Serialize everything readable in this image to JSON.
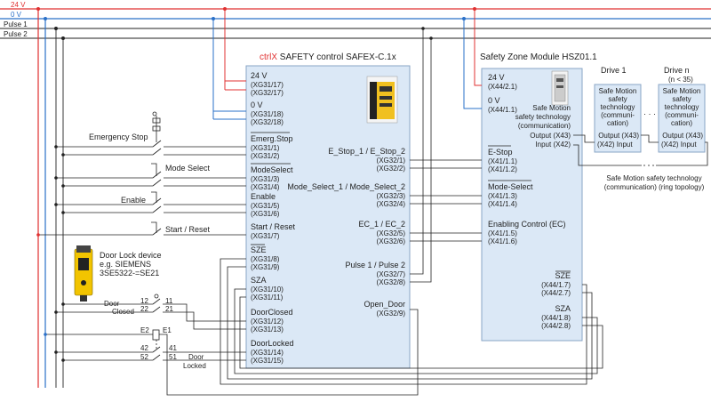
{
  "rails": {
    "v24": "24 V",
    "v0": "0 V",
    "pulse1": "Pulse 1",
    "pulse2": "Pulse 2",
    "colors": {
      "v24": "#e03030",
      "v0": "#2a70c8",
      "pulse": "#222222"
    }
  },
  "controller": {
    "title_prefix": "ctrlX",
    "title_rest": " SAFETY control SAFEX-C.1x",
    "prefix_color": "#e03030",
    "left_terminals": [
      {
        "label": "24 V",
        "pins": [
          "(XG31/17)",
          "(XG32/17)"
        ]
      },
      {
        "label": "0 V",
        "pins": [
          "(XG31/18)",
          "(XG32/18)"
        ]
      },
      {
        "label": "Emerg.Stop",
        "pins": [
          "(XG31/1)",
          "(XG31/2)"
        ]
      },
      {
        "label": "ModeSelect",
        "pins": [
          "(XG31/3)",
          "(XG31/4)"
        ]
      },
      {
        "label": "Enable",
        "pins": [
          "(XG31/5)",
          "(XG31/6)"
        ]
      },
      {
        "label": "Start / Reset",
        "pins": [
          "(XG31/7)"
        ]
      },
      {
        "label": "SZE",
        "pins": [
          "(XG31/8)",
          "(XG31/9)"
        ]
      },
      {
        "label": "SZA",
        "pins": [
          "(XG31/10)",
          "(XG31/11)"
        ]
      },
      {
        "label": "DoorClosed",
        "pins": [
          "(XG31/12)",
          "(XG31/13)"
        ]
      },
      {
        "label": "DoorLocked",
        "pins": [
          "(XG31/14)",
          "(XG31/15)"
        ]
      }
    ],
    "right_terminals": [
      {
        "label": "E_Stop_1 / E_Stop_2",
        "pins": [
          "(XG32/1)",
          "(XG32/2)"
        ]
      },
      {
        "label": "Mode_Select_1 / Mode_Select_2",
        "pins": [
          "(XG32/3)",
          "(XG32/4)"
        ]
      },
      {
        "label": "EC_1 / EC_2",
        "pins": [
          "(XG32/5)",
          "(XG32/6)"
        ]
      },
      {
        "label": "Pulse 1 / Pulse 2",
        "pins": [
          "(XG32/7)",
          "(XG32/8)"
        ]
      },
      {
        "label": "Open_Door",
        "pins": [
          "(XG32/9)"
        ]
      }
    ]
  },
  "hsz": {
    "title": "Safety Zone Module HSZ01.1",
    "terminals": [
      {
        "label": "24 V",
        "pins": [
          "(X44/2.1)"
        ]
      },
      {
        "label": "0 V",
        "pins": [
          "(X44/1.1)"
        ]
      },
      {
        "label": "E-Stop",
        "pins": [
          "(X41/1.1)",
          "(X41/1.2)"
        ]
      },
      {
        "label": "Mode-Select",
        "pins": [
          "(X41/1.3)",
          "(X41/1.4)"
        ]
      },
      {
        "label": "Enabling Control (EC)",
        "pins": [
          "(X41/1.5)",
          "(X41/1.6)"
        ]
      },
      {
        "label": "SZE",
        "pins": [
          "(X44/1.7)",
          "(X44/2.7)"
        ]
      },
      {
        "label": "SZA",
        "pins": [
          "(X44/1.8)",
          "(X44/2.8)"
        ]
      }
    ],
    "comm_lines": [
      "Safe Motion",
      "safety technology",
      "(communication)",
      "Output (X43)",
      "Input (X42)"
    ]
  },
  "drives": {
    "drive1": "Drive 1",
    "driven": "Drive n",
    "driven_note": "(n < 35)",
    "box_lines": [
      "Safe Motion",
      "safety",
      "technology",
      "(communi-",
      "cation)",
      "Output (X43)",
      "(X42) Input"
    ],
    "dots": "· · ·",
    "ring_note_1": "Safe Motion safety technology",
    "ring_note_2": "(communication) (ring topology)"
  },
  "devices": {
    "emergency_stop": "Emergency Stop",
    "mode_select": "Mode Select",
    "enable": "Enable",
    "start_reset": "Start / Reset",
    "door_lock_lines": [
      "Door Lock device",
      "e.g. SIEMENS",
      "3SE5322-=SE21"
    ],
    "door": "Door",
    "closed": "Closed",
    "n12": "12",
    "n11": "11",
    "n22": "22",
    "n21": "21",
    "e2": "E2",
    "e1": "E1",
    "n42": "42",
    "n41": "41",
    "n52": "52",
    "n51": "51",
    "door2": "Door",
    "locked": "Locked"
  }
}
